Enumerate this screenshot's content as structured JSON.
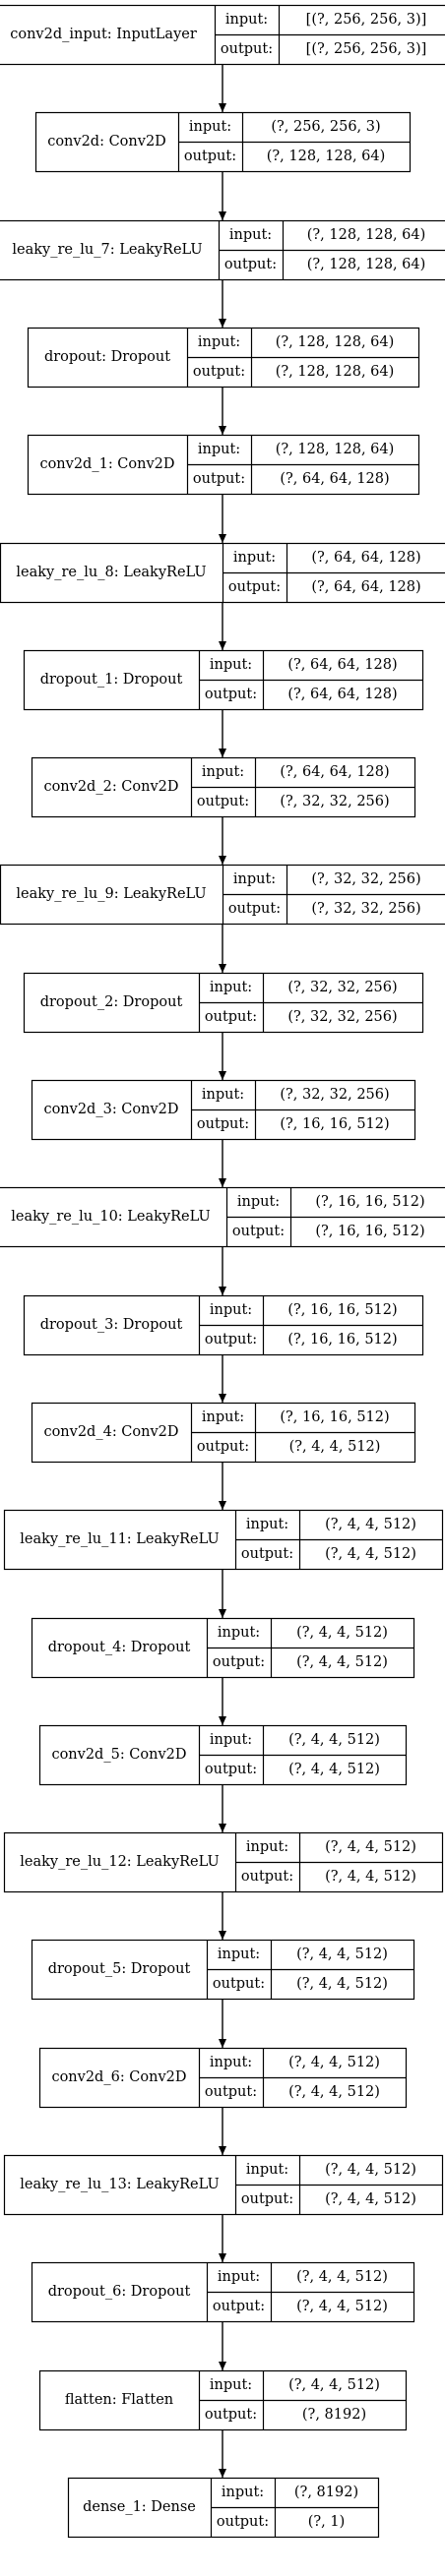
{
  "diagram": {
    "input_label": "input:",
    "output_label": "output:",
    "layers": [
      {
        "name": "conv2d_input: InputLayer",
        "input": "[(?, 256, 256, 3)]",
        "output": "[(?, 256, 256, 3)]"
      },
      {
        "name": "conv2d: Conv2D",
        "input": "(?, 256, 256, 3)",
        "output": "(?, 128, 128, 64)"
      },
      {
        "name": "leaky_re_lu_7: LeakyReLU",
        "input": "(?, 128, 128, 64)",
        "output": "(?, 128, 128, 64)"
      },
      {
        "name": "dropout: Dropout",
        "input": "(?, 128, 128, 64)",
        "output": "(?, 128, 128, 64)"
      },
      {
        "name": "conv2d_1: Conv2D",
        "input": "(?, 128, 128, 64)",
        "output": "(?, 64, 64, 128)"
      },
      {
        "name": "leaky_re_lu_8: LeakyReLU",
        "input": "(?, 64, 64, 128)",
        "output": "(?, 64, 64, 128)"
      },
      {
        "name": "dropout_1: Dropout",
        "input": "(?, 64, 64, 128)",
        "output": "(?, 64, 64, 128)"
      },
      {
        "name": "conv2d_2: Conv2D",
        "input": "(?, 64, 64, 128)",
        "output": "(?, 32, 32, 256)"
      },
      {
        "name": "leaky_re_lu_9: LeakyReLU",
        "input": "(?, 32, 32, 256)",
        "output": "(?, 32, 32, 256)"
      },
      {
        "name": "dropout_2: Dropout",
        "input": "(?, 32, 32, 256)",
        "output": "(?, 32, 32, 256)"
      },
      {
        "name": "conv2d_3: Conv2D",
        "input": "(?, 32, 32, 256)",
        "output": "(?, 16, 16, 512)"
      },
      {
        "name": "leaky_re_lu_10: LeakyReLU",
        "input": "(?, 16, 16, 512)",
        "output": "(?, 16, 16, 512)"
      },
      {
        "name": "dropout_3: Dropout",
        "input": "(?, 16, 16, 512)",
        "output": "(?, 16, 16, 512)"
      },
      {
        "name": "conv2d_4: Conv2D",
        "input": "(?, 16, 16, 512)",
        "output": "(?, 4, 4, 512)"
      },
      {
        "name": "leaky_re_lu_11: LeakyReLU",
        "input": "(?, 4, 4, 512)",
        "output": "(?, 4, 4, 512)"
      },
      {
        "name": "dropout_4: Dropout",
        "input": "(?, 4, 4, 512)",
        "output": "(?, 4, 4, 512)"
      },
      {
        "name": "conv2d_5: Conv2D",
        "input": "(?, 4, 4, 512)",
        "output": "(?, 4, 4, 512)"
      },
      {
        "name": "leaky_re_lu_12: LeakyReLU",
        "input": "(?, 4, 4, 512)",
        "output": "(?, 4, 4, 512)"
      },
      {
        "name": "dropout_5: Dropout",
        "input": "(?, 4, 4, 512)",
        "output": "(?, 4, 4, 512)"
      },
      {
        "name": "conv2d_6: Conv2D",
        "input": "(?, 4, 4, 512)",
        "output": "(?, 4, 4, 512)"
      },
      {
        "name": "leaky_re_lu_13: LeakyReLU",
        "input": "(?, 4, 4, 512)",
        "output": "(?, 4, 4, 512)"
      },
      {
        "name": "dropout_6: Dropout",
        "input": "(?, 4, 4, 512)",
        "output": "(?, 4, 4, 512)"
      },
      {
        "name": "flatten: Flatten",
        "input": "(?, 4, 4, 512)",
        "output": "(?, 8192)"
      },
      {
        "name": "dense_1: Dense",
        "input": "(?, 8192)",
        "output": "(?, 1)"
      }
    ]
  }
}
